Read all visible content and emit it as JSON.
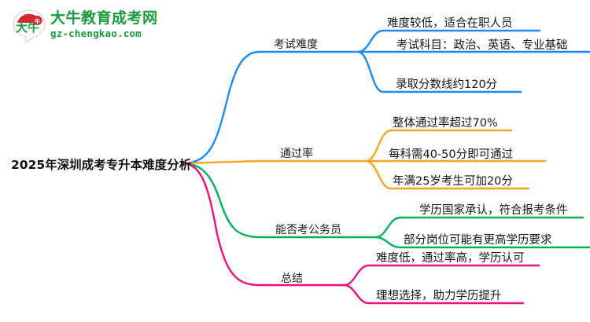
{
  "logo": {
    "emblem_text": "大牛",
    "emblem_badge": "牛",
    "title": "大牛教育成考网",
    "domain": "gz-chengkao.com",
    "brand_green": "#1a9b3c",
    "brand_red": "#d6292b"
  },
  "mindmap": {
    "root": {
      "label": "2025年深圳成考专升本难度分析"
    },
    "branches": [
      {
        "label": "考试难度",
        "color": "#1a8cf5",
        "leaves": [
          "难度较低，适合在职人员",
          "考试科目：政治、英语、专业基础",
          "录取分数线约120分"
        ]
      },
      {
        "label": "通过率",
        "color": "#f5a623",
        "leaves": [
          "整体通过率超过70%",
          "每科需40-50分即可通过",
          "年满25岁考生可加20分"
        ]
      },
      {
        "label": "能否考公务员",
        "color": "#00b359",
        "leaves": [
          "学历国家承认，符合报考条件",
          "部分岗位可能有更高学历要求"
        ]
      },
      {
        "label": "总结",
        "color": "#ec0f7e",
        "leaves": [
          "难度低，通过率高，学历认可",
          "理想选择，助力学历提升"
        ]
      }
    ]
  }
}
